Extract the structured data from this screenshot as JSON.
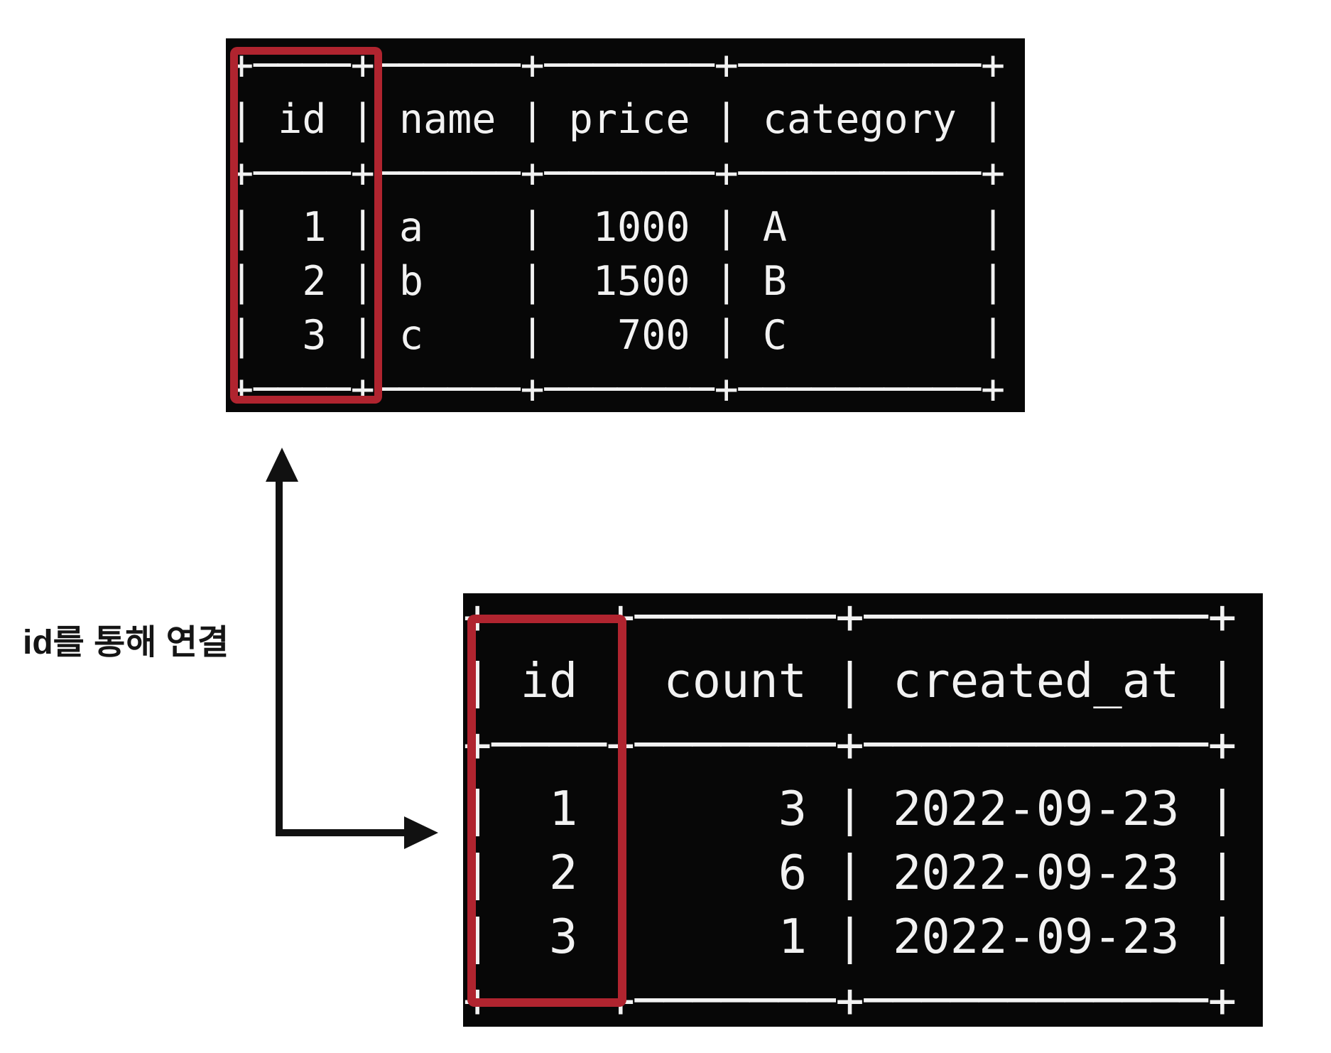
{
  "annotation": {
    "label": "id를 통해 연결"
  },
  "products_table": {
    "title": "products-terminal-output",
    "columns": [
      "id",
      "name",
      "price",
      "category"
    ],
    "rows": [
      [
        "1",
        "a",
        "1000",
        "A"
      ],
      [
        "2",
        "b",
        "1500",
        "B"
      ],
      [
        "3",
        "c",
        "700",
        "C"
      ]
    ],
    "highlighted_column": "id",
    "lines": [
      "+────+──────+───────+──────────+",
      "| id | name | price | category |",
      "+────+──────+───────+──────────+",
      "|  1 | a    |  1000 | A        |",
      "|  2 | b    |  1500 | B        |",
      "|  3 | c    |   700 | C        |",
      "+────+──────+───────+──────────+"
    ]
  },
  "orders_table": {
    "title": "orders-terminal-output",
    "columns": [
      "id",
      "count",
      "created_at"
    ],
    "rows": [
      [
        "1",
        "3",
        "2022-09-23"
      ],
      [
        "2",
        "6",
        "2022-09-23"
      ],
      [
        "3",
        "1",
        "2022-09-23"
      ]
    ],
    "highlighted_column": "id",
    "lines": [
      "+────+───────+────────────+",
      "| id | count | created_at |",
      "+────+───────+────────────+",
      "|  1 |     3 | 2022-09-23 |",
      "|  2 |     6 | 2022-09-23 |",
      "|  3 |     1 | 2022-09-23 |",
      "+────+───────+────────────+"
    ]
  },
  "colors": {
    "highlight_red": "#b0242f",
    "terminal_background": "#070707",
    "terminal_text": "#f2f2f2",
    "arrow_black": "#111111",
    "page_background": "#ffffff"
  }
}
